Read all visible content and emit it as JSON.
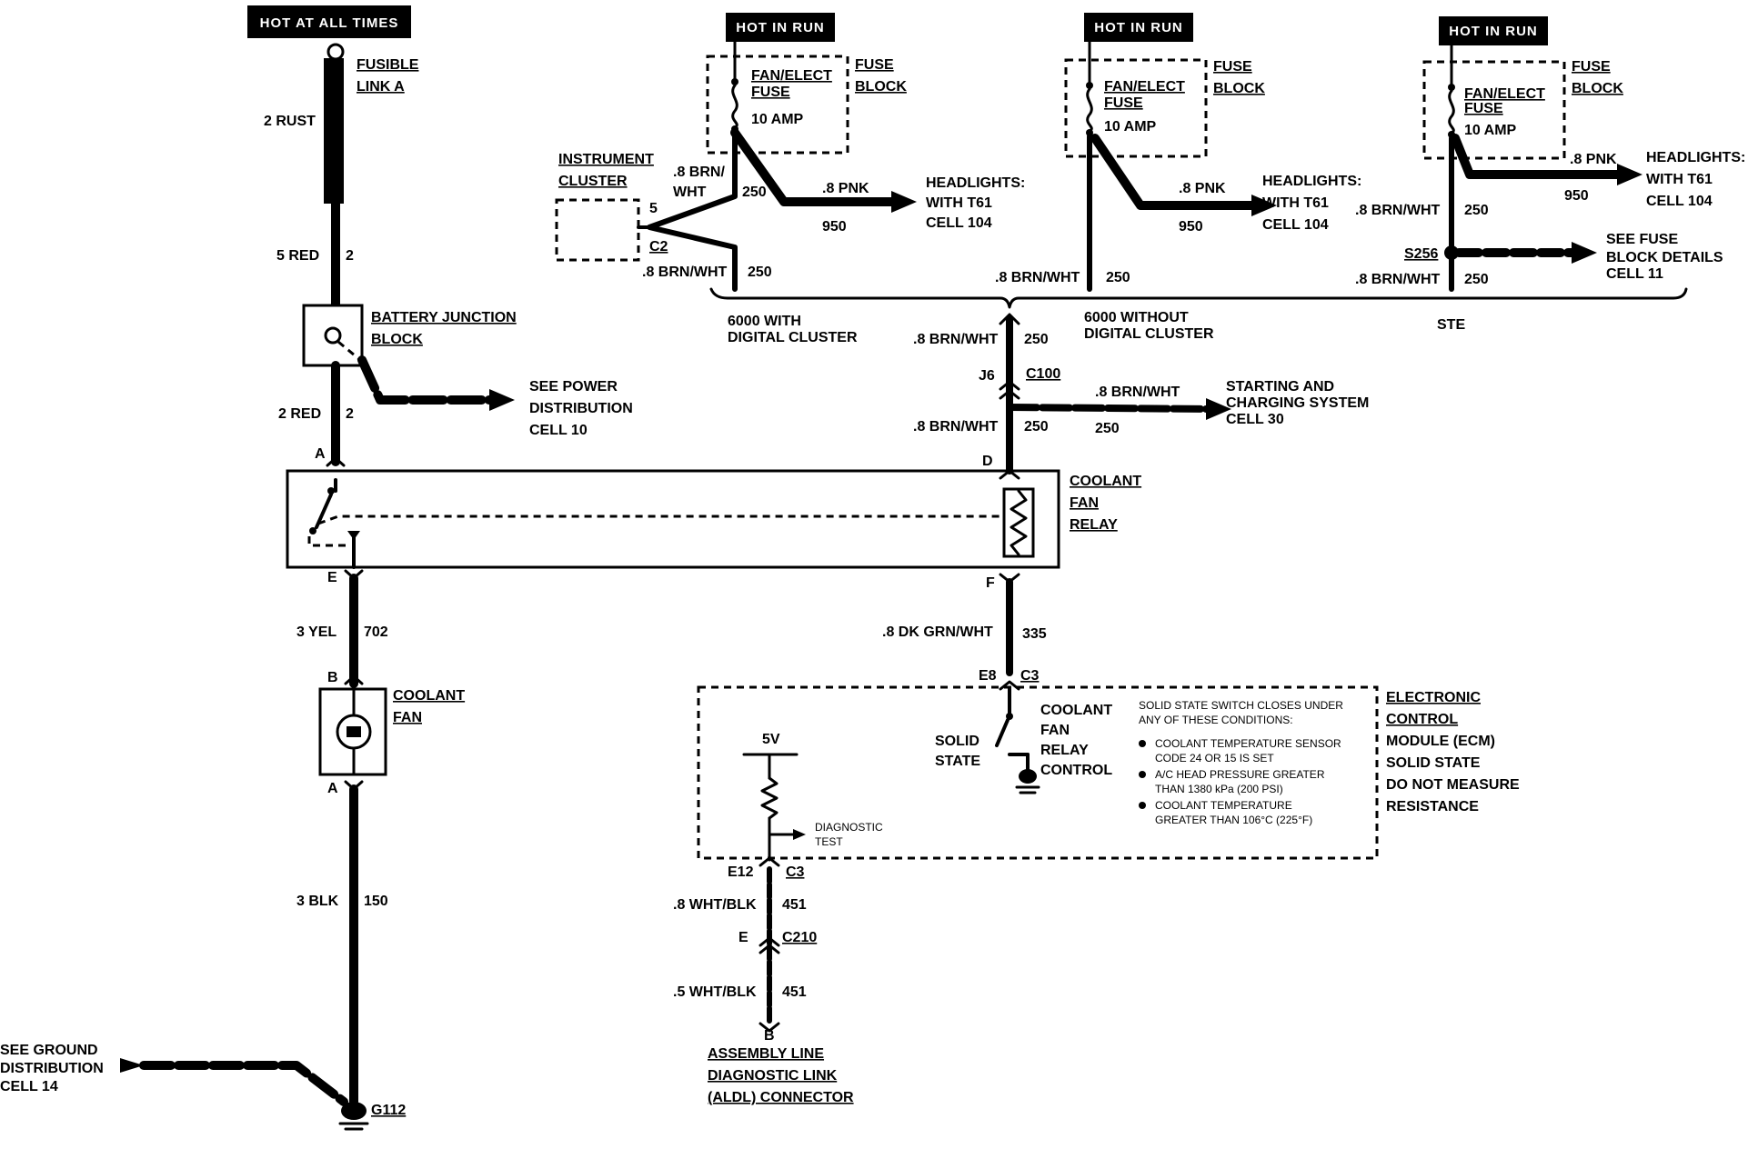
{
  "tags": {
    "hot_all_times": "HOT AT ALL TIMES",
    "hot_run_1": "HOT IN RUN",
    "hot_run_2": "HOT IN RUN",
    "hot_run_3": "HOT IN RUN"
  },
  "left": {
    "fusible_link": [
      "FUSIBLE",
      "LINK A"
    ],
    "w_2rust": "2 RUST",
    "w_5red": "5 RED",
    "w_5red_ckt": "2",
    "battery_junction": [
      "BATTERY JUNCTION",
      "BLOCK"
    ],
    "see_power": [
      "SEE POWER",
      "DISTRIBUTION",
      "CELL 10"
    ],
    "w_2red": "2 RED",
    "w_2red_ckt": "2",
    "pin_A_top": "A",
    "pin_E": "E",
    "w_3yel": "3 YEL",
    "w_3yel_ckt": "702",
    "pin_B": "B",
    "coolant_fan": [
      "COOLANT",
      "FAN"
    ],
    "pin_A_bot": "A",
    "w_3blk": "3 BLK",
    "w_3blk_ckt": "150",
    "see_ground": [
      "SEE GROUND",
      "DISTRIBUTION",
      "CELL 14"
    ],
    "ground": "G112"
  },
  "fuse1": {
    "fuse_label": [
      "FAN/ELECT",
      "FUSE"
    ],
    "amp": "10 AMP",
    "block": [
      "FUSE",
      "BLOCK"
    ],
    "instrument_cluster": [
      "INSTRUMENT",
      "CLUSTER"
    ],
    "w_brnwht_a": [
      ".8 BRN/",
      "WHT"
    ],
    "ckt_250_a": "250",
    "pin5": "5",
    "conn_c2": "C2",
    "w_brnwht_b": ".8 BRN/WHT",
    "ckt_250_b": "250",
    "w_pnk": ".8 PNK",
    "ckt_950": "950",
    "headlights": [
      "HEADLIGHTS:",
      "WITH T61",
      "CELL 104"
    ]
  },
  "fuse2": {
    "fuse_label": [
      "FAN/ELECT",
      "FUSE"
    ],
    "amp": "10 AMP",
    "block": [
      "FUSE",
      "BLOCK"
    ],
    "w_pnk": ".8 PNK",
    "ckt_950": "950",
    "headlights": [
      "HEADLIGHTS:",
      "WITH T61",
      "CELL 104"
    ],
    "w_brnwht": ".8 BRN/WHT",
    "ckt_250": "250"
  },
  "fuse3": {
    "fuse_label": [
      "FAN/ELECT",
      "FUSE"
    ],
    "amp": "10 AMP",
    "block": [
      "FUSE",
      "BLOCK"
    ],
    "w_pnk": ".8 PNK",
    "ckt_950": "950",
    "headlights": [
      "HEADLIGHTS:",
      "WITH T61",
      "CELL 104"
    ],
    "w_brnwht_a": ".8 BRN/WHT",
    "ckt_250_a": "250",
    "splice": "S256",
    "see_fuse": [
      "SEE FUSE",
      "BLOCK DETAILS",
      "CELL 11"
    ],
    "w_brnwht_b": ".8 BRN/WHT",
    "ckt_250_b": "250",
    "ste": "STE"
  },
  "options": {
    "with_digital": [
      "6000 WITH",
      "DIGITAL CLUSTER"
    ],
    "without_digital": [
      "6000 WITHOUT",
      "DIGITAL CLUSTER"
    ]
  },
  "center": {
    "w_brnwht_1": ".8 BRN/WHT",
    "ckt_250_1": "250",
    "pin_j6": "J6",
    "conn_c100": "C100",
    "w_brnwht_2": ".8 BRN/WHT",
    "starting": [
      "STARTING AND",
      "CHARGING SYSTEM",
      "CELL 30"
    ],
    "ckt_250_2": "250",
    "w_brnwht_3": ".8 BRN/WHT",
    "ckt_250_3": "250",
    "pin_D": "D",
    "relay": [
      "COOLANT",
      "FAN",
      "RELAY"
    ],
    "pin_F": "F",
    "w_dkgrn": ".8 DK GRN/WHT",
    "ckt_335": "335",
    "pin_e8": "E8",
    "conn_c3": "C3"
  },
  "ecm": {
    "relay_control": [
      "COOLANT",
      "FAN",
      "RELAY",
      "CONTROL"
    ],
    "solid_state": [
      "SOLID",
      "STATE"
    ],
    "conditions_title": [
      "SOLID STATE SWITCH CLOSES UNDER",
      "ANY OF THESE CONDITIONS:"
    ],
    "cond1": [
      "COOLANT TEMPERATURE SENSOR",
      "CODE 24 OR 15 IS SET"
    ],
    "cond2": [
      "A/C HEAD PRESSURE GREATER",
      "THAN 1380 kPa (200 PSI)"
    ],
    "cond3": [
      "COOLANT TEMPERATURE",
      "GREATER THAN 106°C (225°F)"
    ],
    "ecm_label": [
      "ELECTRONIC",
      "CONTROL",
      "MODULE (ECM)",
      "SOLID STATE",
      "DO NOT MEASURE",
      "RESISTANCE"
    ],
    "five_v": "5V",
    "diagnostic": [
      "DIAGNOSTIC",
      "TEST"
    ],
    "pin_e12": "E12",
    "conn_c3b": "C3",
    "w_wht_blk_1": ".8 WHT/BLK",
    "ckt_451_1": "451",
    "pin_E": "E",
    "conn_c210": "C210",
    "w_wht_blk_2": ".5 WHT/BLK",
    "ckt_451_2": "451",
    "pin_B": "B",
    "aldl": [
      "ASSEMBLY LINE",
      "DIAGNOSTIC LINK",
      "(ALDL) CONNECTOR"
    ]
  }
}
